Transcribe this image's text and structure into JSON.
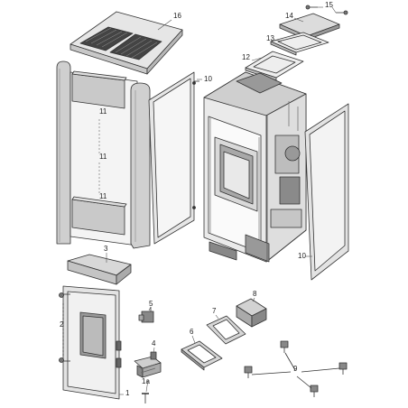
{
  "diagram": {
    "part_labels": [
      "16",
      "15",
      "14",
      "13",
      "12",
      "10",
      "11",
      "11",
      "11",
      "3",
      "1",
      "2",
      "5",
      "4",
      "1a",
      "7",
      "6",
      "8",
      "9",
      "10"
    ]
  },
  "colors": {
    "line": "#333333",
    "panel": "#d4d4d4",
    "dark": "#7a7a7a",
    "light": "#eeeeee"
  }
}
